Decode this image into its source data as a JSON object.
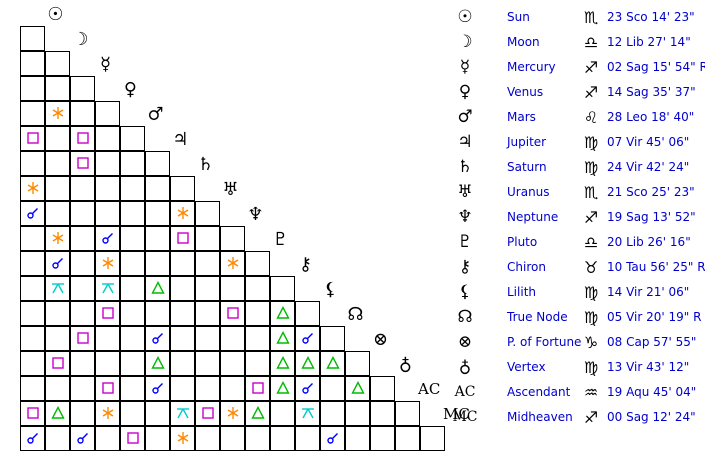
{
  "bodies": [
    {
      "key": "sun",
      "glyph": "☉",
      "name": "Sun",
      "sign": "♏",
      "pos": "23 Sco 14' 23\""
    },
    {
      "key": "moon",
      "glyph": "☽",
      "name": "Moon",
      "sign": "♎",
      "pos": "12 Lib 27' 14\""
    },
    {
      "key": "mercury",
      "glyph": "☿",
      "name": "Mercury",
      "sign": "♐",
      "pos": "02 Sag 15' 54\" R"
    },
    {
      "key": "venus",
      "glyph": "♀",
      "name": "Venus",
      "sign": "♐",
      "pos": "14 Sag 35' 37\""
    },
    {
      "key": "mars",
      "glyph": "♂",
      "name": "Mars",
      "sign": "♌",
      "pos": "28 Leo 18' 40\""
    },
    {
      "key": "jupiter",
      "glyph": "♃",
      "name": "Jupiter",
      "sign": "♍",
      "pos": "07 Vir 45' 06\""
    },
    {
      "key": "saturn",
      "glyph": "♄",
      "name": "Saturn",
      "sign": "♍",
      "pos": "24 Vir 42' 24\""
    },
    {
      "key": "uranus",
      "glyph": "♅",
      "name": "Uranus",
      "sign": "♏",
      "pos": "21 Sco 25' 23\""
    },
    {
      "key": "neptune",
      "glyph": "♆",
      "name": "Neptune",
      "sign": "♐",
      "pos": "19 Sag 13' 52\""
    },
    {
      "key": "pluto",
      "glyph": "♇",
      "name": "Pluto",
      "sign": "♎",
      "pos": "20 Lib 26' 16\""
    },
    {
      "key": "chiron",
      "glyph": "⚷",
      "name": "Chiron",
      "sign": "♉",
      "pos": "10 Tau 56' 25\" R"
    },
    {
      "key": "lilith",
      "glyph": "⚸",
      "name": "Lilith",
      "sign": "♍",
      "pos": "14 Vir 21' 06\""
    },
    {
      "key": "true-node",
      "glyph": "☊",
      "name": "True Node",
      "sign": "♍",
      "pos": "05 Vir 20' 19\" R"
    },
    {
      "key": "fortune",
      "glyph": "⊗",
      "name": "P. of Fortune",
      "sign": "♑",
      "pos": "08 Cap 57' 55\""
    },
    {
      "key": "vertex",
      "glyph": "♁",
      "name": "Vertex",
      "sign": "♍",
      "pos": "13 Vir 43' 12\""
    },
    {
      "key": "ascendant",
      "glyph": "AC",
      "name": "Ascendant",
      "sign": "♒",
      "pos": "19 Aqu 45' 04\""
    },
    {
      "key": "midheaven",
      "glyph": "MC",
      "name": "Midheaven",
      "sign": "♐",
      "pos": "00 Sag 12' 24\""
    }
  ],
  "aspect_types": {
    "conjunction": {
      "color": "#0000ff"
    },
    "opposition": {
      "color": "#0000ff"
    },
    "square": {
      "color": "#cc00cc"
    },
    "trine": {
      "color": "#00bb00"
    },
    "sextile": {
      "color": "#ff8800"
    },
    "quincunx": {
      "color": "#00cccc"
    },
    "semisextile": {
      "color": "#00cccc"
    }
  },
  "aspects": [
    {
      "row": 3,
      "col": 1,
      "type": "sextile"
    },
    {
      "row": 4,
      "col": 0,
      "type": "square"
    },
    {
      "row": 4,
      "col": 2,
      "type": "square"
    },
    {
      "row": 5,
      "col": 2,
      "type": "square"
    },
    {
      "row": 6,
      "col": 0,
      "type": "sextile"
    },
    {
      "row": 7,
      "col": 0,
      "type": "conjunction"
    },
    {
      "row": 7,
      "col": 6,
      "type": "sextile"
    },
    {
      "row": 8,
      "col": 1,
      "type": "sextile"
    },
    {
      "row": 8,
      "col": 3,
      "type": "conjunction"
    },
    {
      "row": 8,
      "col": 6,
      "type": "square"
    },
    {
      "row": 9,
      "col": 1,
      "type": "conjunction"
    },
    {
      "row": 9,
      "col": 3,
      "type": "sextile"
    },
    {
      "row": 9,
      "col": 8,
      "type": "sextile"
    },
    {
      "row": 10,
      "col": 1,
      "type": "quincunx"
    },
    {
      "row": 10,
      "col": 3,
      "type": "quincunx"
    },
    {
      "row": 10,
      "col": 5,
      "type": "trine"
    },
    {
      "row": 11,
      "col": 3,
      "type": "square"
    },
    {
      "row": 11,
      "col": 8,
      "type": "square"
    },
    {
      "row": 11,
      "col": 10,
      "type": "trine"
    },
    {
      "row": 12,
      "col": 2,
      "type": "square"
    },
    {
      "row": 12,
      "col": 5,
      "type": "conjunction"
    },
    {
      "row": 12,
      "col": 10,
      "type": "trine"
    },
    {
      "row": 12,
      "col": 11,
      "type": "conjunction"
    },
    {
      "row": 13,
      "col": 1,
      "type": "square"
    },
    {
      "row": 13,
      "col": 5,
      "type": "trine"
    },
    {
      "row": 13,
      "col": 10,
      "type": "trine"
    },
    {
      "row": 13,
      "col": 11,
      "type": "trine"
    },
    {
      "row": 13,
      "col": 12,
      "type": "trine"
    },
    {
      "row": 14,
      "col": 3,
      "type": "square"
    },
    {
      "row": 14,
      "col": 5,
      "type": "conjunction"
    },
    {
      "row": 14,
      "col": 9,
      "type": "square"
    },
    {
      "row": 14,
      "col": 10,
      "type": "trine"
    },
    {
      "row": 14,
      "col": 11,
      "type": "conjunction"
    },
    {
      "row": 14,
      "col": 13,
      "type": "trine"
    },
    {
      "row": 15,
      "col": 0,
      "type": "square"
    },
    {
      "row": 15,
      "col": 1,
      "type": "trine"
    },
    {
      "row": 15,
      "col": 3,
      "type": "sextile"
    },
    {
      "row": 15,
      "col": 6,
      "type": "quincunx"
    },
    {
      "row": 15,
      "col": 7,
      "type": "square"
    },
    {
      "row": 15,
      "col": 8,
      "type": "sextile"
    },
    {
      "row": 15,
      "col": 9,
      "type": "trine"
    },
    {
      "row": 15,
      "col": 11,
      "type": "quincunx"
    },
    {
      "row": 16,
      "col": 0,
      "type": "conjunction"
    },
    {
      "row": 16,
      "col": 2,
      "type": "conjunction"
    },
    {
      "row": 16,
      "col": 4,
      "type": "square"
    },
    {
      "row": 16,
      "col": 6,
      "type": "sextile"
    },
    {
      "row": 16,
      "col": 12,
      "type": "conjunction"
    }
  ]
}
